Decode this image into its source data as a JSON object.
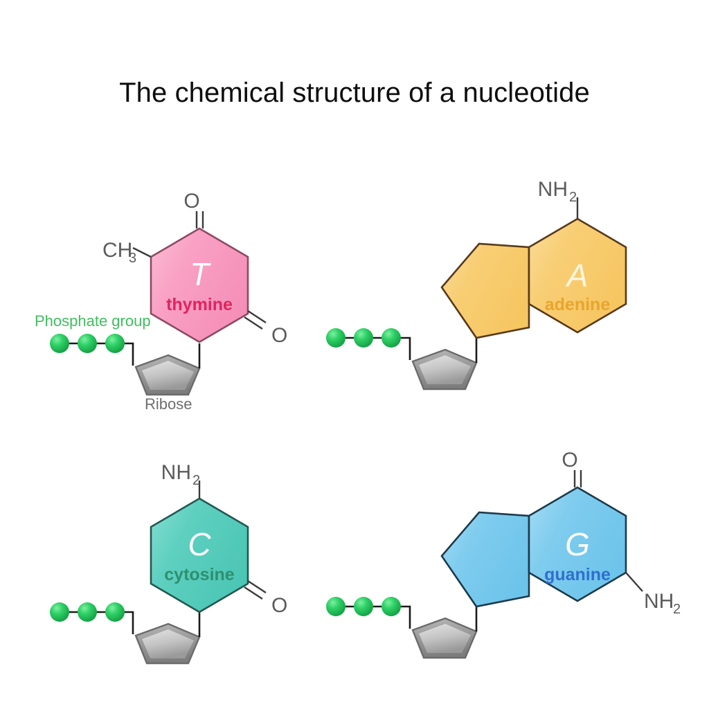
{
  "title": "The chemical structure of a nucleotide",
  "background_color": "#ffffff",
  "labels": {
    "phosphate_group": "Phosphate group",
    "ribose": "Ribose",
    "phosphate_color": "#3fbf5f",
    "ribose_color": "#6e6e6e"
  },
  "atoms": {
    "oxygen": "O",
    "amine": "NH",
    "amine_sub": "2",
    "methyl": "CH",
    "methyl_sub": "3"
  },
  "nucleotides": [
    {
      "id": "thymine",
      "letter": "T",
      "name": "thymine",
      "base_type": "pyrimidine",
      "fill": "#f9a1c4",
      "stroke": "#8c4a63",
      "letter_color": "#ffffff",
      "name_color": "#e0245e",
      "substituents": [
        "O (top, double bond)",
        "CH3 (upper left)",
        "O (right, double bond)"
      ],
      "phosphate_count": 3,
      "has_ribose": true,
      "show_captions": true
    },
    {
      "id": "adenine",
      "letter": "A",
      "name": "adenine",
      "base_type": "purine",
      "fill": "#f8ce74",
      "stroke": "#57391a",
      "letter_color": "#fdf6e0",
      "name_color": "#e8a52e",
      "substituents": [
        "NH2 (top)"
      ],
      "phosphate_count": 3,
      "has_ribose": true,
      "show_captions": false
    },
    {
      "id": "cytosine",
      "letter": "C",
      "name": "cytosine",
      "base_type": "pyrimidine",
      "fill": "#5ed0c0",
      "stroke": "#23584f",
      "letter_color": "#ffffff",
      "name_color": "#2f8f6f",
      "substituents": [
        "NH2 (top)",
        "O (right, double bond)"
      ],
      "phosphate_count": 3,
      "has_ribose": true,
      "show_captions": false
    },
    {
      "id": "guanine",
      "letter": "G",
      "name": "guanine",
      "base_type": "purine",
      "fill": "#7fccee",
      "stroke": "#1c3a4a",
      "letter_color": "#ffffff",
      "name_color": "#2f6fd0",
      "substituents": [
        "O (top, double bond)",
        "NH2 (lower right)"
      ],
      "phosphate_count": 3,
      "has_ribose": true,
      "show_captions": false
    }
  ]
}
